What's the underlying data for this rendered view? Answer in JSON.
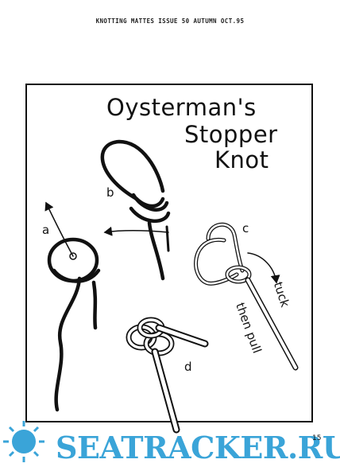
{
  "header": {
    "text": "KNOTTING MATTES ISSUE 50 AUTUMN OCT.95"
  },
  "title": {
    "line1": "Oysterman's",
    "line2": "Stopper",
    "line3": "Knot"
  },
  "labels": {
    "a": "a",
    "b": "b",
    "c": "c",
    "d": "d",
    "tuck": "tuck",
    "then_pull": "then pull"
  },
  "page_number": "15",
  "watermark": {
    "text": "SEATRACKER.RU",
    "color": "#3aa4d8"
  }
}
